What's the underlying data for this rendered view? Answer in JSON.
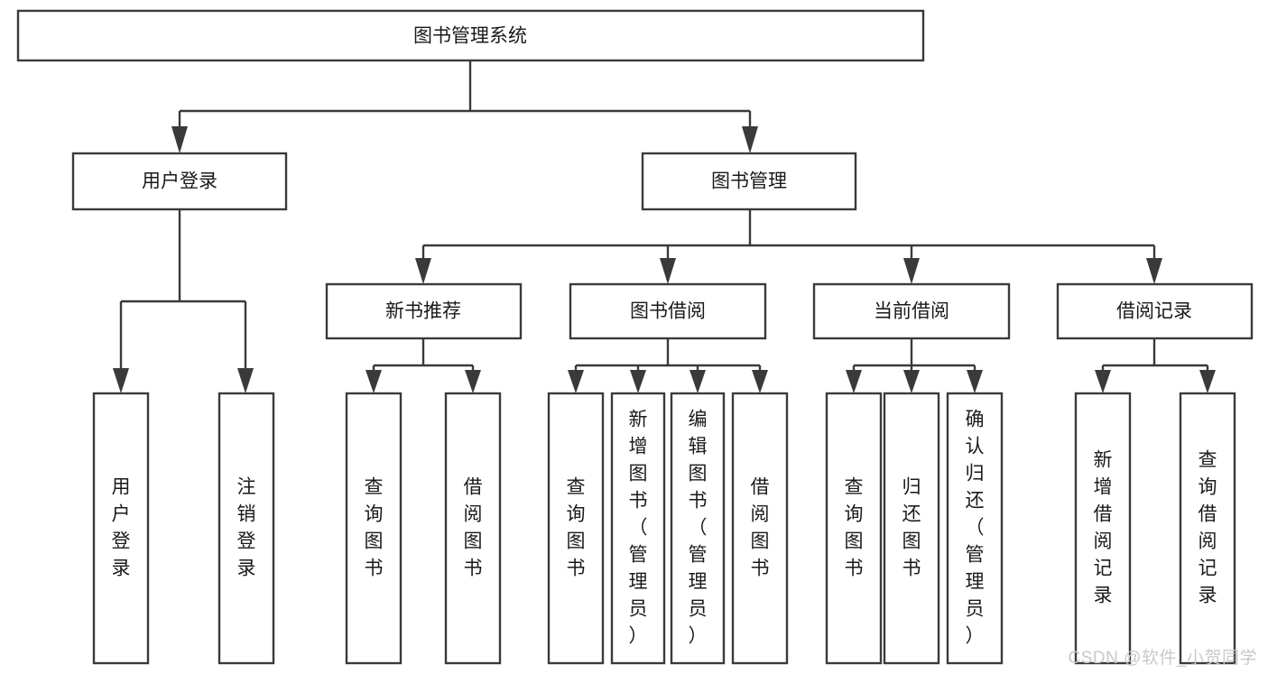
{
  "diagram": {
    "type": "tree",
    "title": "图书管理系统",
    "watermark": "CSDN @软件_小贺同学",
    "colors": {
      "stroke": "#3a3a3a",
      "box_fill": "#ffffff",
      "text": "#1a1a1a",
      "background": "#ffffff",
      "watermark": "#c9c9c9"
    },
    "nodes": {
      "root": {
        "label": "图书管理系统"
      },
      "level1": [
        {
          "id": "user-login",
          "label": "用户登录"
        },
        {
          "id": "book-manage",
          "label": "图书管理"
        }
      ],
      "level2": [
        {
          "id": "new-book-rec",
          "label": "新书推荐"
        },
        {
          "id": "book-borrow",
          "label": "图书借阅"
        },
        {
          "id": "current-borrow",
          "label": "当前借阅"
        },
        {
          "id": "borrow-record",
          "label": "借阅记录"
        }
      ],
      "leaves": {
        "user_login": [
          {
            "id": "leaf-user-login",
            "label": "用户登录"
          },
          {
            "id": "leaf-logout-login",
            "label": "注销登录"
          }
        ],
        "new_book_rec": [
          {
            "id": "leaf-query-book-1",
            "label": "查询图书"
          },
          {
            "id": "leaf-borrow-book-1",
            "label": "借阅图书"
          }
        ],
        "book_borrow": [
          {
            "id": "leaf-query-book-2",
            "label": "查询图书"
          },
          {
            "id": "leaf-add-book",
            "label": "新增图书（管理员）"
          },
          {
            "id": "leaf-edit-book",
            "label": "编辑图书（管理员）"
          },
          {
            "id": "leaf-borrow-book-2",
            "label": "借阅图书"
          }
        ],
        "current_borrow": [
          {
            "id": "leaf-query-book-3",
            "label": "查询图书"
          },
          {
            "id": "leaf-return-book",
            "label": "归还图书"
          },
          {
            "id": "leaf-confirm-return",
            "label": "确认归还（管理员）"
          }
        ],
        "borrow_record": [
          {
            "id": "leaf-add-record",
            "label": "新增借阅记录"
          },
          {
            "id": "leaf-query-record",
            "label": "查询借阅记录"
          }
        ]
      }
    }
  }
}
